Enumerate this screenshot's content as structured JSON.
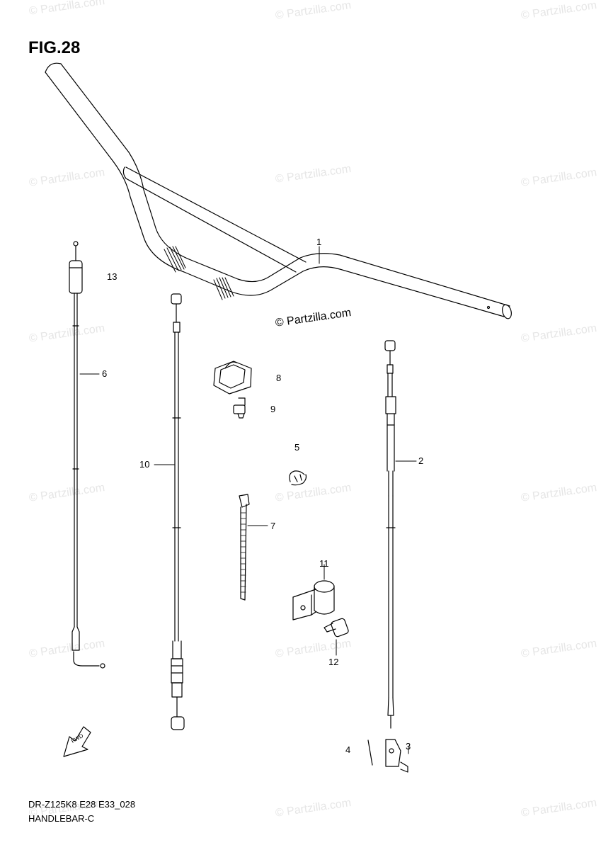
{
  "figure": {
    "title": "FIG.28"
  },
  "watermark": {
    "text": "© Partzilla.com",
    "main_text": "© Partzilla.com"
  },
  "callouts": {
    "c1": "1",
    "c2": "2",
    "c3": "3",
    "c4": "4",
    "c5": "5",
    "c6": "6",
    "c7": "7",
    "c8": "8",
    "c9": "9",
    "c10": "10",
    "c11": "11",
    "c12": "12",
    "c13": "13"
  },
  "footer": {
    "model_code": "DR-Z125K8 E28 E33_028",
    "section_name": "HANDLEBAR-C"
  },
  "fwd_arrow": {
    "label": "FWD"
  }
}
